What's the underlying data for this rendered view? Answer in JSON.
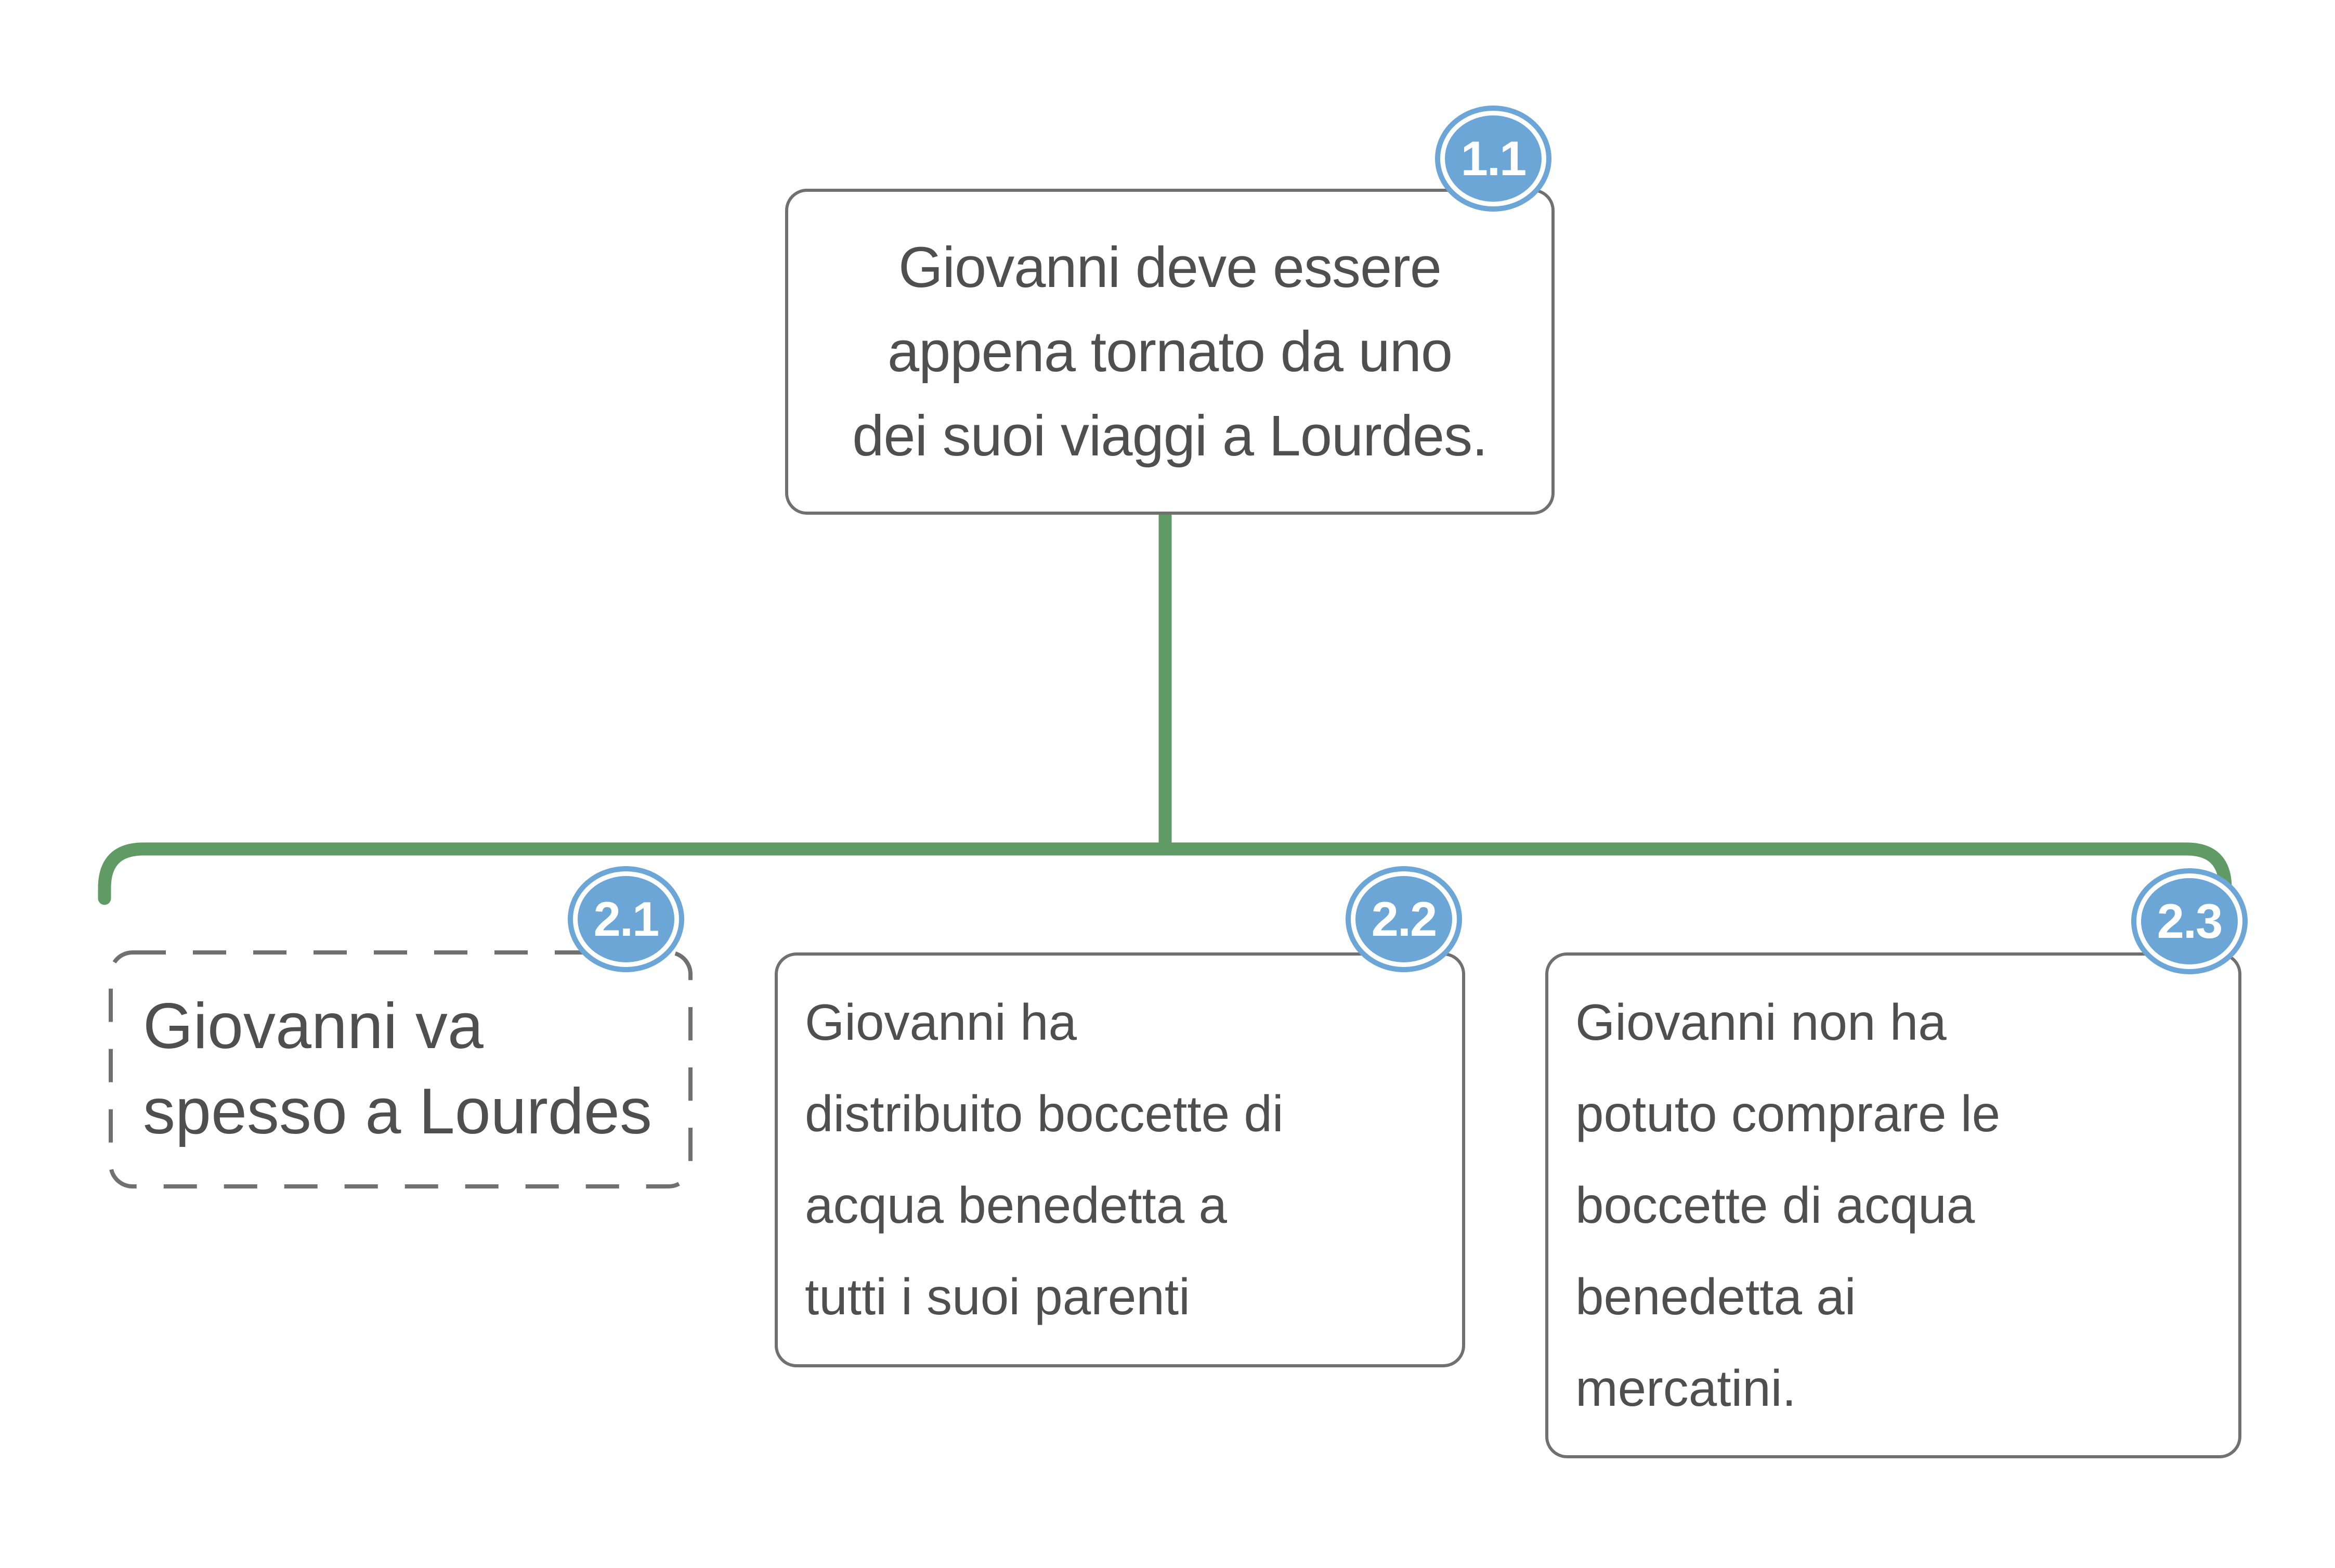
{
  "diagram": {
    "type": "concept-map",
    "nodes": [
      {
        "id": "1.1",
        "badge": "1.1",
        "style": "solid",
        "text": "Giovanni deve essere appena tornato da uno dei suoi viaggi a Lourdes.",
        "lines": [
          "Giovanni deve essere",
          "appena tornato da uno",
          "dei suoi viaggi a Lourdes."
        ]
      },
      {
        "id": "2.1",
        "badge": "2.1",
        "style": "dashed",
        "text": "Giovanni va spesso a Lourdes",
        "lines": [
          "Giovanni va",
          "spesso a Lourdes"
        ]
      },
      {
        "id": "2.2",
        "badge": "2.2",
        "style": "solid",
        "text": "Giovanni ha distribuito boccette di acqua benedetta a tutti i suoi parenti",
        "lines": [
          "Giovanni ha",
          "distribuito boccette di",
          "acqua benedetta a",
          "tutti i suoi parenti"
        ]
      },
      {
        "id": "2.3",
        "badge": "2.3",
        "style": "solid",
        "text": "Giovanni non ha potuto comprare le boccette di acqua benedetta ai mercatini.",
        "lines": [
          "Giovanni non ha",
          "potuto comprare le",
          "boccette di acqua",
          "benedetta ai",
          "mercatini."
        ]
      }
    ],
    "edges": [
      {
        "from": "1.1",
        "to": [
          "2.1",
          "2.2",
          "2.3"
        ]
      }
    ]
  },
  "colors": {
    "green": "#609b66",
    "blue": "#6ca6d6",
    "border": "#707070",
    "text": "#4f4f4f",
    "badge_text": "#ffffff"
  }
}
